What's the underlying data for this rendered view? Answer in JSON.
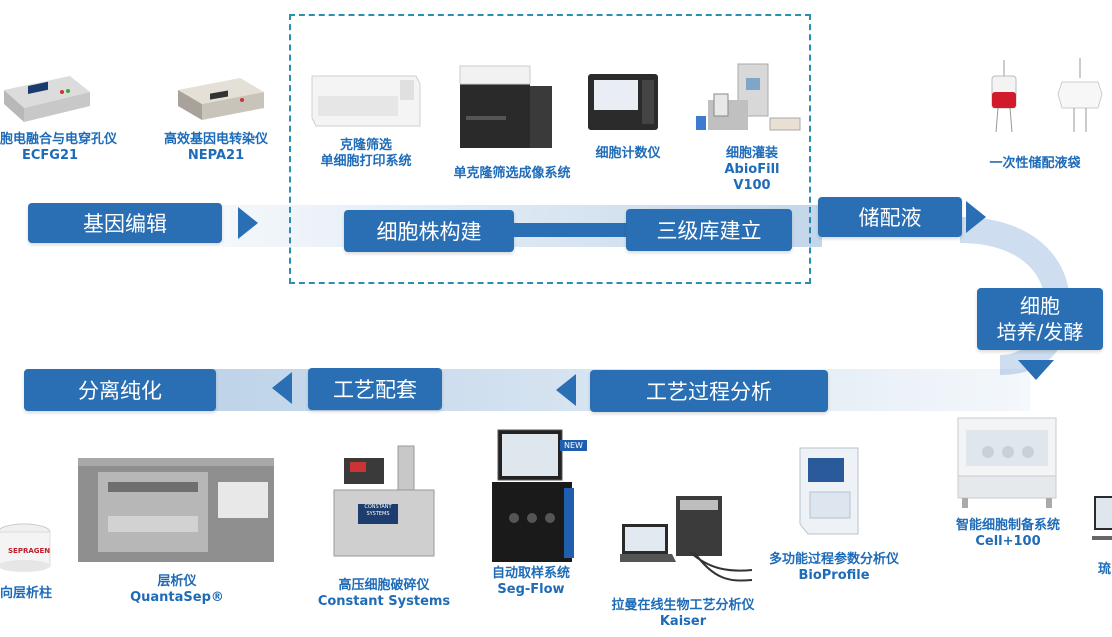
{
  "stages": {
    "gene_editing": "基因编辑",
    "cell_line": "细胞株构建",
    "three_bank": "三级库建立",
    "storage": "储配液",
    "culture_line1": "细胞",
    "culture_line2": "培养/发酵",
    "process_analysis": "工艺过程分析",
    "process_support": "工艺配套",
    "separation": "分离纯化"
  },
  "devices": {
    "ecfg_name": "胞电融合与电穿孔仪",
    "ecfg_model": "ECFG21",
    "nepa_name": "高效基因电转染仪",
    "nepa_model": "NEPA21",
    "clone_line1": "克隆筛选",
    "clone_line2": "单细胞打印系统",
    "imaging": "单克隆筛选成像系统",
    "counter": "细胞计数仪",
    "abio_line1": "细胞灌装",
    "abio_line2": "AbioFill",
    "abio_line3": "V100",
    "bag": "一次性储配液袋",
    "cell100_name": "智能细胞制备系统",
    "cell100_model": "Cell+100",
    "bioprofile_name": "多功能过程参数分析仪",
    "bioprofile_model": "BioProfile",
    "kaiser_name": "拉曼在线生物工艺分析仪",
    "kaiser_model": "Kaiser",
    "segflow_name": "自动取样系统",
    "segflow_model": "Seg-Flow",
    "segflow_badge": "NEW",
    "constant_name": "高压细胞破碎仪",
    "constant_model": "Constant Systems",
    "quantasep_name": "层析仪",
    "quantasep_model": "QuantaSep®",
    "column_name": "向层析柱",
    "right_cut": "琉",
    "sepragen_logo": "SEPRAGEN",
    "constant_logo": "CONSTANT SYSTEMS"
  },
  "colors": {
    "stage_blue": "#2a6fb3",
    "label_blue": "#1e6bb8",
    "dashed_border": "#2a8fb0"
  }
}
